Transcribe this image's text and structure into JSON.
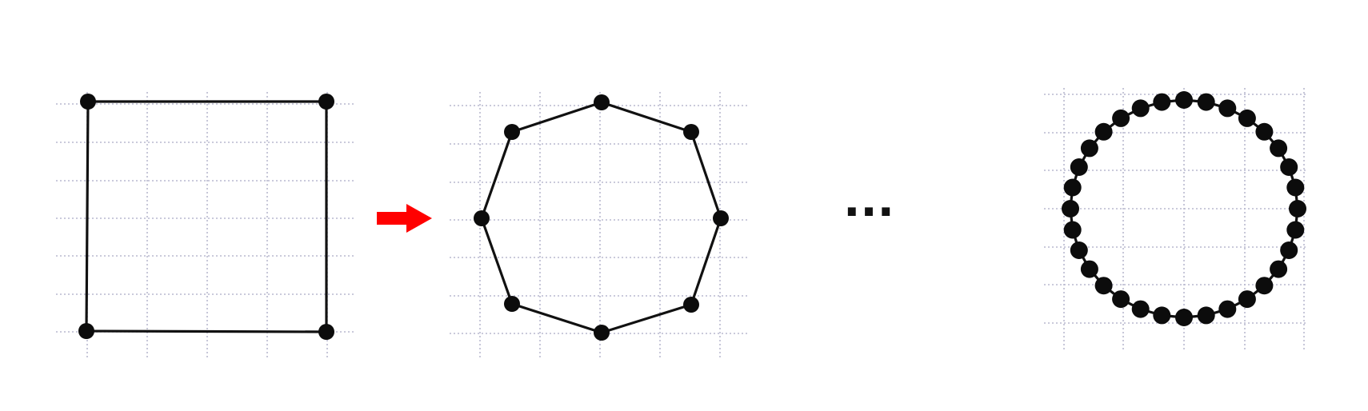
{
  "figure": {
    "stages": [
      {
        "name": "square",
        "vertex_count": 4
      },
      {
        "name": "octagon",
        "vertex_count": 8
      },
      {
        "name": "circle-approximation",
        "vertex_count": 32
      }
    ],
    "ellipsis_text": "...",
    "arrow_color": "#ff0000",
    "line_color": "#111111",
    "grid_color": "#b9b9cf"
  }
}
